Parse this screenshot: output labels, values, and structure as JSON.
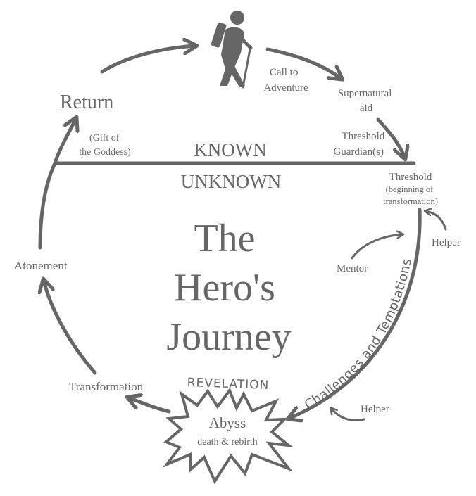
{
  "diagram": {
    "title_lines": [
      "The",
      "Hero's",
      "Journey"
    ],
    "divider": {
      "above": "KNOWN",
      "below": "UNKNOWN"
    },
    "stages": {
      "call_to_adventure": [
        "Call to",
        "Adventure"
      ],
      "supernatural_aid": [
        "Supernatural",
        "aid"
      ],
      "threshold_guardians": [
        "Threshold",
        "Guardian(s)"
      ],
      "threshold": "Threshold",
      "threshold_sub": [
        "(beginning of",
        "transformation)"
      ],
      "helper_top": "Helper",
      "mentor": "Mentor",
      "challenges": "Challenges and Temptations",
      "helper_bottom": "Helper",
      "revelation": "REVELATION",
      "abyss": "Abyss",
      "abyss_sub": "death & rebirth",
      "transformation": "Transformation",
      "atonement": "Atonement",
      "return": "Return",
      "gift": [
        "(Gift of",
        "the Goddess)"
      ]
    },
    "icons": {
      "hero": "hiker-icon"
    },
    "colors": {
      "ink": "#666666",
      "background": "#ffffff"
    }
  }
}
